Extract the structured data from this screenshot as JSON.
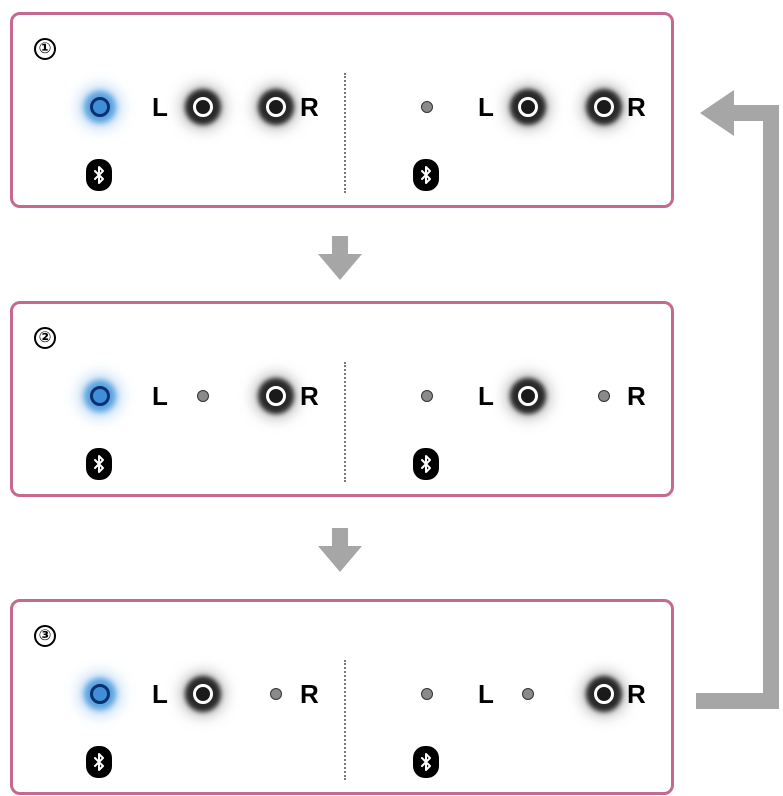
{
  "steps": [
    {
      "number": "①",
      "left": {
        "transmitter": "glow-blue",
        "L_lamp": "glow-gray",
        "R_lamp": "glow-gray",
        "L_label": "L",
        "R_label": "R",
        "icon": "bluetooth-icon"
      },
      "right": {
        "transmitter": "dim",
        "L_lamp": "glow-gray",
        "R_lamp": "glow-gray",
        "L_label": "L",
        "R_label": "R",
        "icon": "bluetooth-icon"
      }
    },
    {
      "number": "②",
      "left": {
        "transmitter": "glow-blue",
        "L_lamp": "dim",
        "R_lamp": "glow-gray",
        "L_label": "L",
        "R_label": "R",
        "icon": "bluetooth-icon"
      },
      "right": {
        "transmitter": "dim",
        "L_lamp": "glow-gray",
        "R_lamp": "dim",
        "L_label": "L",
        "R_label": "R",
        "icon": "bluetooth-icon"
      }
    },
    {
      "number": "③",
      "left": {
        "transmitter": "glow-blue",
        "L_lamp": "glow-gray",
        "R_lamp": "dim",
        "L_label": "L",
        "R_label": "R",
        "icon": "bluetooth-icon"
      },
      "right": {
        "transmitter": "dim",
        "L_lamp": "dim",
        "R_lamp": "glow-gray",
        "L_label": "L",
        "R_label": "R",
        "icon": "bluetooth-icon"
      }
    }
  ],
  "colors": {
    "panel_border": "#c6698f",
    "arrow": "#a6a6a6",
    "blue_glow": "#3f8ed8"
  }
}
